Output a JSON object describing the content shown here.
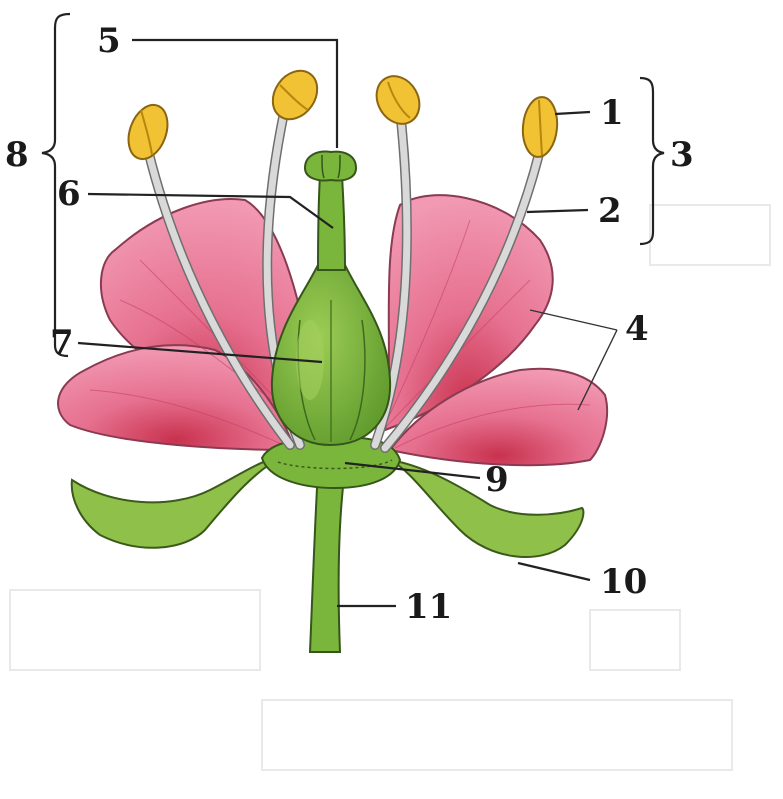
{
  "labels": {
    "l1": "1",
    "l2": "2",
    "l3": "3",
    "l4": "4",
    "l5": "5",
    "l6": "6",
    "l7": "7",
    "l8": "8",
    "l9": "9",
    "l10": "10",
    "l11": "11"
  },
  "colors": {
    "petal": "#e77b9b",
    "sepal": "#8fc04a",
    "anther": "#f1c233",
    "pistil": "#7bb63c",
    "label": "#1a1a1a"
  }
}
